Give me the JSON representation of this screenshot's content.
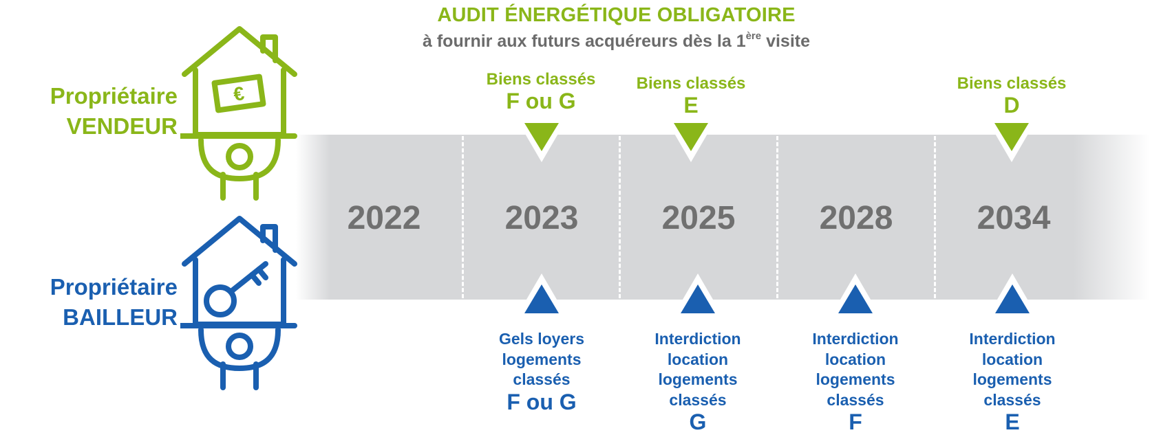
{
  "header": {
    "title": "AUDIT ÉNERGÉTIQUE OBLIGATOIRE",
    "subtitle_main": "à fournir aux futurs acquéreurs dès la 1",
    "subtitle_sup": "ère",
    "subtitle_end": " visite"
  },
  "roles": {
    "seller": {
      "line1": "Propriétaire",
      "line2": "VENDEUR"
    },
    "landlord": {
      "line1": "Propriétaire",
      "line2": "BAILLEUR"
    }
  },
  "timeline": {
    "years": [
      "2022",
      "2023",
      "2025",
      "2028",
      "2034"
    ]
  },
  "seller_events": [
    {
      "year": "2023",
      "text": "Biens classés",
      "classes": "F ou G"
    },
    {
      "year": "2025",
      "text": "Biens classés",
      "classes": "E"
    },
    {
      "year": "2034",
      "text": "Biens classés",
      "classes": "D"
    }
  ],
  "landlord_events": [
    {
      "year": "2023",
      "lines": [
        "Gels loyers",
        "logements",
        "classés"
      ],
      "classes": "F ou G"
    },
    {
      "year": "2025",
      "lines": [
        "Interdiction",
        "location",
        "logements",
        "classés"
      ],
      "classes": "G"
    },
    {
      "year": "2028",
      "lines": [
        "Interdiction",
        "location",
        "logements",
        "classés"
      ],
      "classes": "F"
    },
    {
      "year": "2034",
      "lines": [
        "Interdiction",
        "location",
        "logements",
        "classés"
      ],
      "classes": "E"
    }
  ],
  "colors": {
    "seller": "#8ab619",
    "landlord": "#1a5fb0",
    "band": "#d6d7d9",
    "year_text": "#707070"
  },
  "icons": {
    "seller": "house-with-euro-banknote-icon",
    "landlord": "house-with-key-icon",
    "seller_marker": "down-triangle-icon",
    "landlord_marker": "up-triangle-icon"
  }
}
